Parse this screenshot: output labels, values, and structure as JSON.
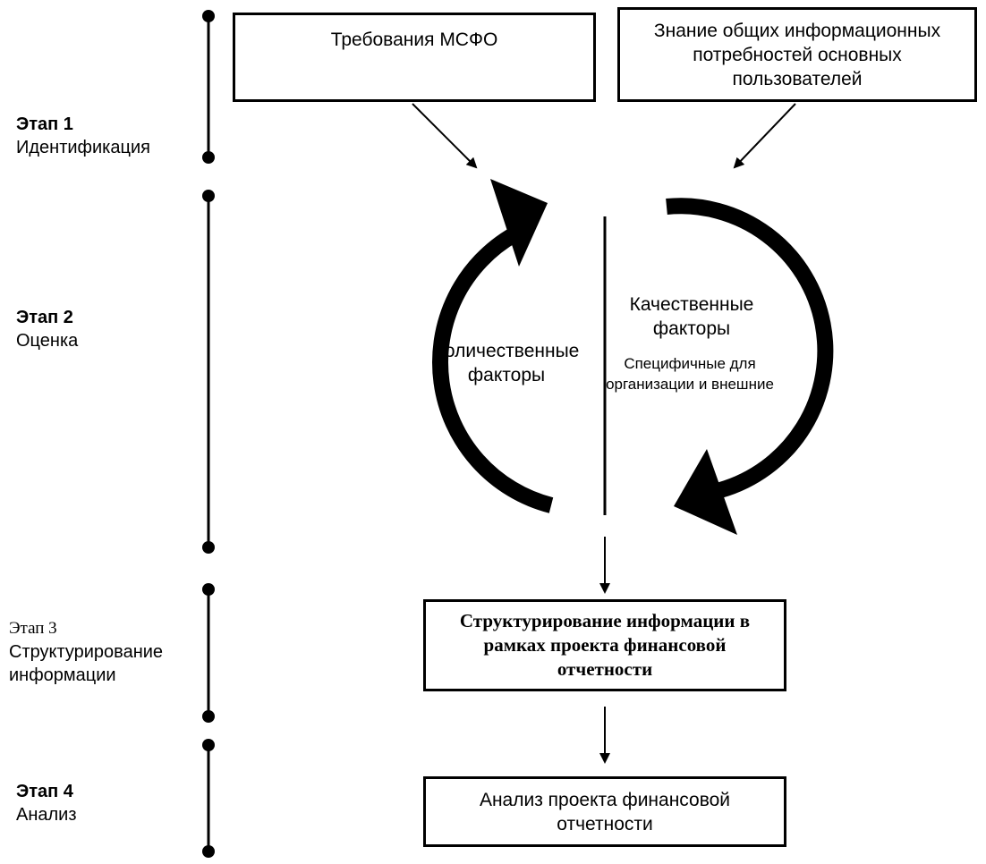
{
  "stages": [
    {
      "num": "Этап 1",
      "name": "Идентификация"
    },
    {
      "num": "Этап 2",
      "name": "Оценка"
    },
    {
      "num": "Этап 3",
      "name_line1": "Структурирование",
      "name_line2": "информации"
    },
    {
      "num": "Этап 4",
      "name": "Анализ"
    }
  ],
  "boxes": {
    "ifrs": "Требования МСФО",
    "knowledge": "Знание общих информационных потребностей основных пользователей",
    "structuring": "Структурирование информации в рамках проекта финансовой отчетности",
    "analysis": "Анализ проекта финансовой отчетности"
  },
  "factors": {
    "quantitative": "Количественные факторы",
    "qualitative": "Качественные факторы",
    "qualitative_sub": "Специфичные для организации и внешние"
  },
  "colors": {
    "line": "#000000",
    "background": "#ffffff"
  }
}
